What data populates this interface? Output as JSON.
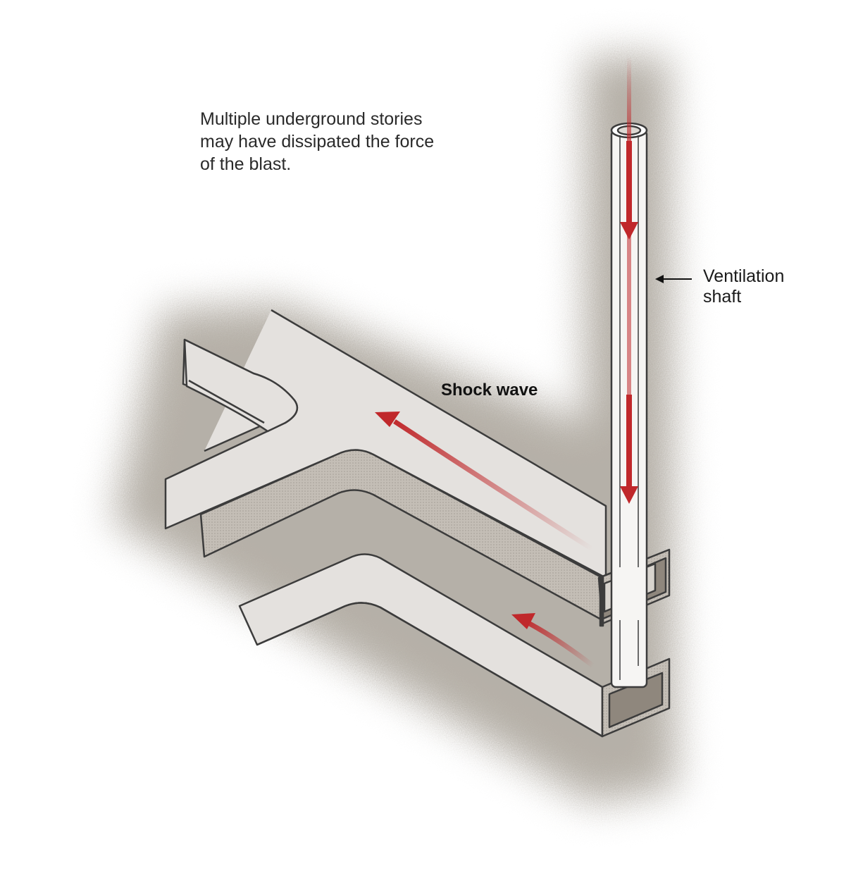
{
  "caption": {
    "lines": [
      "Multiple underground stories",
      "may have dissipated the force",
      "of the blast."
    ]
  },
  "labels": {
    "ventilation_shaft": [
      "Ventilation",
      "shaft"
    ],
    "shock_wave": "Shock wave"
  },
  "colors": {
    "arrow_red": "#c0282b",
    "tunnel_floor": "#e4e1de",
    "tunnel_wall": "#bcb6ae",
    "ground_shadow": "#a9a399",
    "outline": "#3c3c3c",
    "shaft_fill": "#f6f5f3"
  },
  "icons": [
    "arrow-down-icon",
    "arrow-left-icon",
    "curved-arrow-icon"
  ]
}
